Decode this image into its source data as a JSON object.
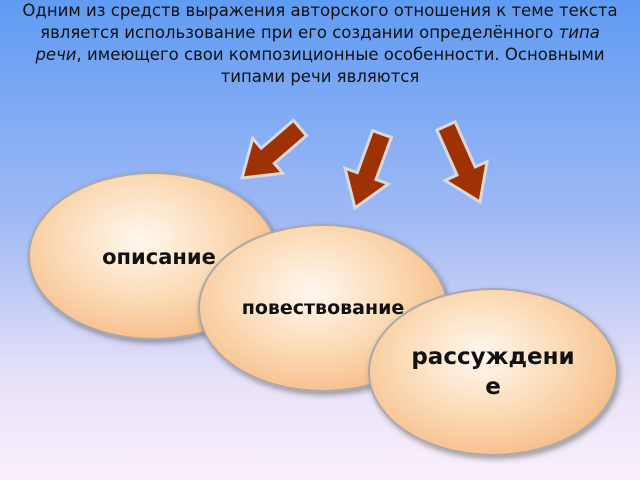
{
  "intro": {
    "text_before": "Одним из средств выражения авторского отношения к теме текста является использование при его создании определённого ",
    "text_emphasis": "типа речи",
    "text_after": ", имеющего свои композиционные особенности. Основными типами речи являются"
  },
  "speech_types": {
    "description": "описание",
    "narration": "повествование",
    "reasoning": "рассуждение"
  },
  "colors": {
    "arrow_fill": "#9e3204",
    "arrow_stroke": "#d9d9d9",
    "ellipse_center": "#fff8ef",
    "ellipse_edge": "#f2a86a"
  }
}
